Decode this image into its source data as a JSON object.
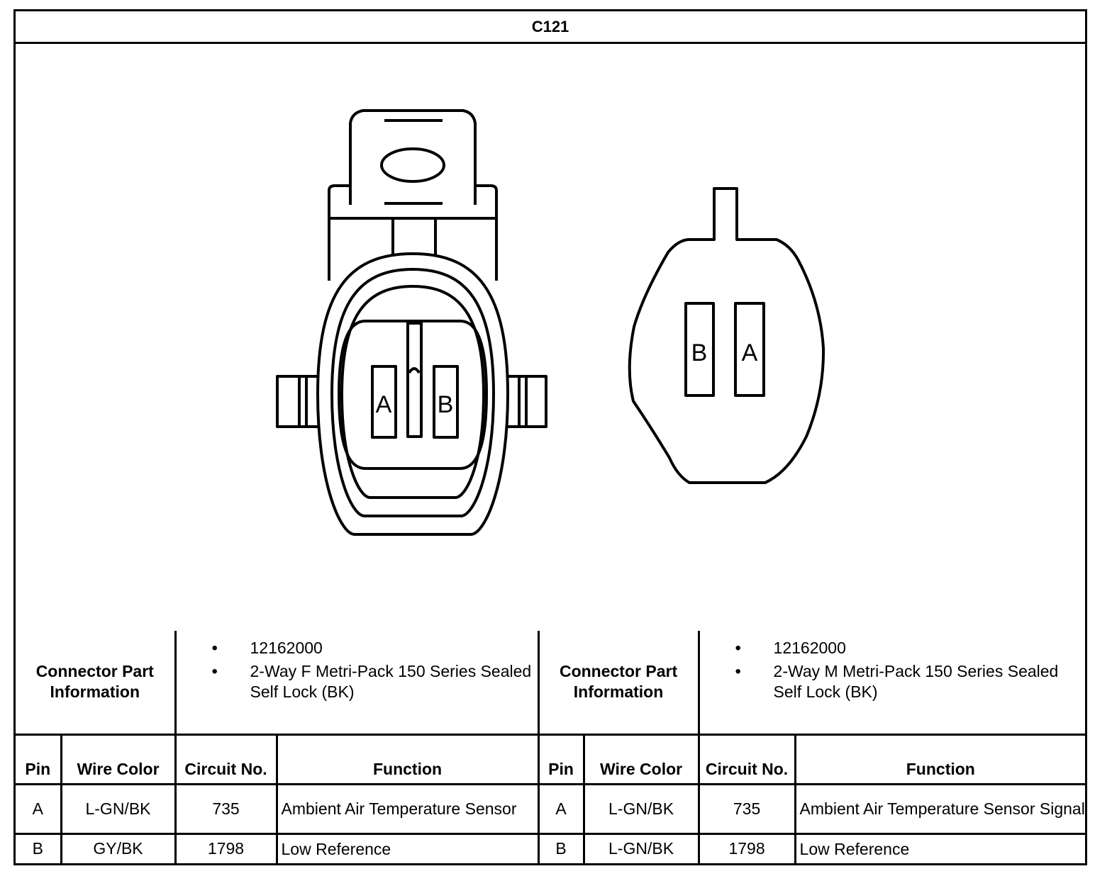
{
  "title": "C121",
  "connectors": [
    {
      "label": "Connector Part Information",
      "part_info": [
        "12162000",
        "2-Way F Metri-Pack 150 Series Sealed Self Lock (BK)"
      ],
      "pins": [
        {
          "pin": "A",
          "wire_color": "L-GN/BK",
          "circuit": "735",
          "function": "Ambient Air Temperature Sensor"
        },
        {
          "pin": "B",
          "wire_color": "GY/BK",
          "circuit": "1798",
          "function": "Low Reference"
        }
      ],
      "cavity_labels": [
        "A",
        "B"
      ]
    },
    {
      "label": "Connector Part Information",
      "part_info": [
        "12162000",
        "2-Way M Metri-Pack 150 Series Sealed Self Lock (BK)"
      ],
      "pins": [
        {
          "pin": "A",
          "wire_color": "L-GN/BK",
          "circuit": "735",
          "function": "Ambient Air Temperature Sensor Signal"
        },
        {
          "pin": "B",
          "wire_color": "L-GN/BK",
          "circuit": "1798",
          "function": "Low Reference"
        }
      ],
      "cavity_labels": [
        "B",
        "A"
      ]
    }
  ],
  "headers": {
    "pin": "Pin",
    "wire_color": "Wire Color",
    "circuit_left": "Circuit No.",
    "circuit_right": "Circuit No.",
    "function": "Function"
  }
}
